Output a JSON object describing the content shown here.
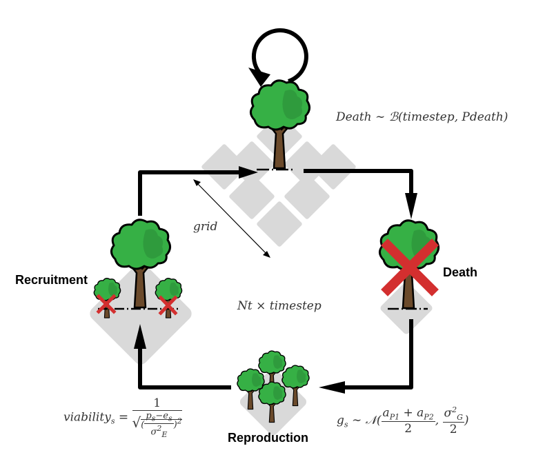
{
  "labels": {
    "recruitment": "Recruitment",
    "death": "Death",
    "reproduction": "Reproduction",
    "grid": "grid"
  },
  "equations": {
    "death_prob": {
      "lhs": "Death",
      "op": "∼",
      "dist": "ℬ",
      "args": "(timestep, Pdeath)"
    },
    "cycle": {
      "a": "Nt",
      "op": "×",
      "b": "timestep"
    },
    "viability": {
      "lhs": "viability",
      "sub": "s",
      "eq": "=",
      "num": "1",
      "inner_num": "p",
      "inner_sub1": "s",
      "inner_minus": "−",
      "inner_e": "e",
      "inner_sub2": "s",
      "inner_den": "σ",
      "inner_den_sup": "2",
      "inner_den_sub": "E",
      "pow": "2"
    },
    "growth": {
      "lhs": "g",
      "sub": "s",
      "op": "∼",
      "dist": "𝒩",
      "num1": "a",
      "num1_sub": "P1",
      "plus": "+",
      "num2": "a",
      "num2_sub": "P2",
      "den1": "2",
      "num3": "σ",
      "num3_sup": "2",
      "num3_sub": "G",
      "den2": "2"
    }
  },
  "colors": {
    "tree_leaf": "#36b045",
    "tree_leaf_dark": "#2a8a36",
    "trunk": "#6b4a2b",
    "grid_tile": "#d9d9d9",
    "arrow": "#000000",
    "cross": "#d32f2f"
  }
}
